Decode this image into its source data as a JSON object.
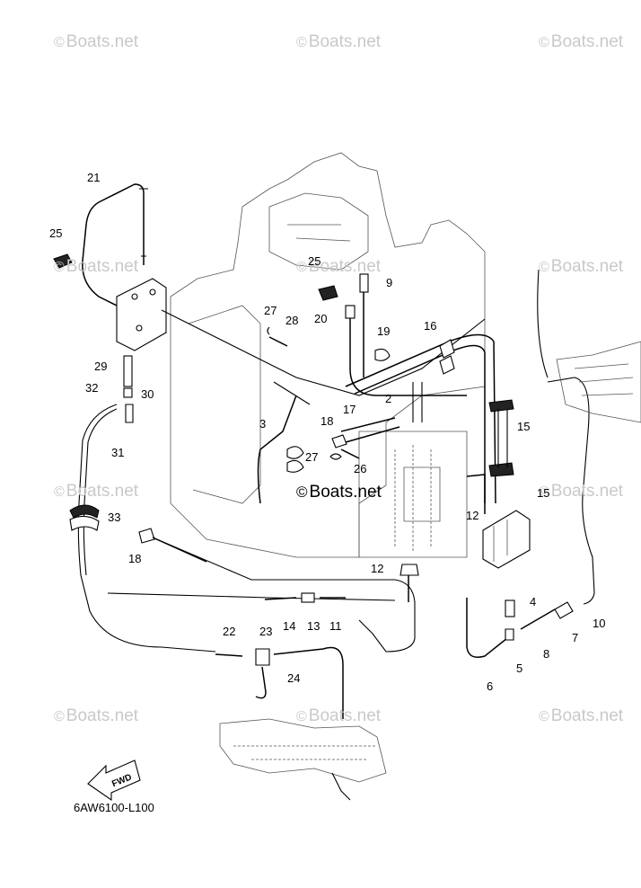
{
  "watermarks": [
    {
      "symbol": "©",
      "text": "Boats.net"
    }
  ],
  "center_watermark": {
    "symbol": "©",
    "text": "Boats.net"
  },
  "diagram_code": "6AW6100-L100",
  "fwd_label": "FWD",
  "callouts": [
    "21",
    "25",
    "25",
    "9",
    "27",
    "28",
    "20",
    "19",
    "16",
    "29",
    "30",
    "32",
    "2",
    "17",
    "15",
    "3",
    "18",
    "31",
    "27",
    "26",
    "15",
    "12",
    "33",
    "18",
    "12",
    "4",
    "10",
    "7",
    "8",
    "5",
    "6",
    "14",
    "13",
    "11",
    "22",
    "23",
    "24"
  ]
}
